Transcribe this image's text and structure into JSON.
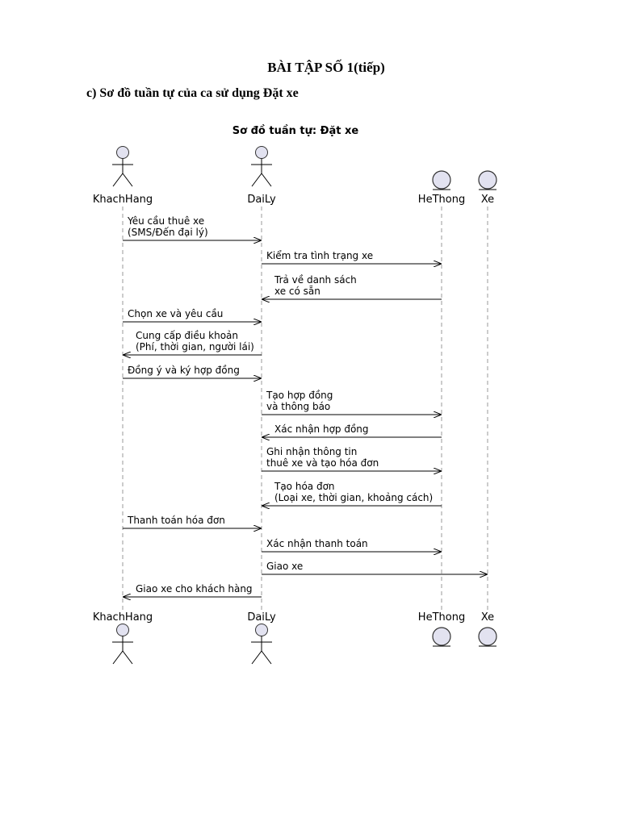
{
  "document": {
    "title": "BÀI TẬP SỐ 1(tiếp)",
    "section_heading": "c)  Sơ đồ tuần tự của ca sử dụng Đặt xe"
  },
  "diagram": {
    "title": "Sơ đồ tuần tự: Đặt xe",
    "participants": [
      {
        "id": "KhachHang",
        "label": "KhachHang",
        "kind": "actor"
      },
      {
        "id": "DaiLy",
        "label": "DaiLy",
        "kind": "actor"
      },
      {
        "id": "HeThong",
        "label": "HeThong",
        "kind": "entity"
      },
      {
        "id": "Xe",
        "label": "Xe",
        "kind": "entity"
      }
    ],
    "messages": [
      {
        "from": "KhachHang",
        "to": "DaiLy",
        "lines": [
          "Yêu cầu thuê xe",
          "(SMS/Đến đại lý)"
        ]
      },
      {
        "from": "DaiLy",
        "to": "HeThong",
        "lines": [
          "Kiểm tra tình trạng xe"
        ]
      },
      {
        "from": "HeThong",
        "to": "DaiLy",
        "lines": [
          "Trả về danh sách",
          "xe có sẵn"
        ]
      },
      {
        "from": "KhachHang",
        "to": "DaiLy",
        "lines": [
          "Chọn xe và yêu cầu"
        ]
      },
      {
        "from": "DaiLy",
        "to": "KhachHang",
        "lines": [
          "Cung cấp điều khoản",
          "(Phí, thời gian, người lái)"
        ]
      },
      {
        "from": "KhachHang",
        "to": "DaiLy",
        "lines": [
          "Đồng ý và ký hợp đồng"
        ]
      },
      {
        "from": "DaiLy",
        "to": "HeThong",
        "lines": [
          "Tạo hợp đồng",
          " và thông báo"
        ]
      },
      {
        "from": "HeThong",
        "to": "DaiLy",
        "lines": [
          "Xác nhận hợp đồng"
        ]
      },
      {
        "from": "DaiLy",
        "to": "HeThong",
        "lines": [
          "Ghi nhận thông tin",
          "thuê xe và tạo hóa đơn"
        ]
      },
      {
        "from": "HeThong",
        "to": "DaiLy",
        "lines": [
          "Tạo hóa đơn",
          "(Loại xe, thời gian, khoảng cách)"
        ]
      },
      {
        "from": "KhachHang",
        "to": "DaiLy",
        "lines": [
          "Thanh toán hóa đơn"
        ]
      },
      {
        "from": "DaiLy",
        "to": "HeThong",
        "lines": [
          "Xác nhận thanh toán"
        ]
      },
      {
        "from": "DaiLy",
        "to": "Xe",
        "lines": [
          "Giao xe"
        ]
      },
      {
        "from": "DaiLy",
        "to": "KhachHang",
        "lines": [
          "Giao xe cho khách hàng"
        ]
      }
    ]
  }
}
